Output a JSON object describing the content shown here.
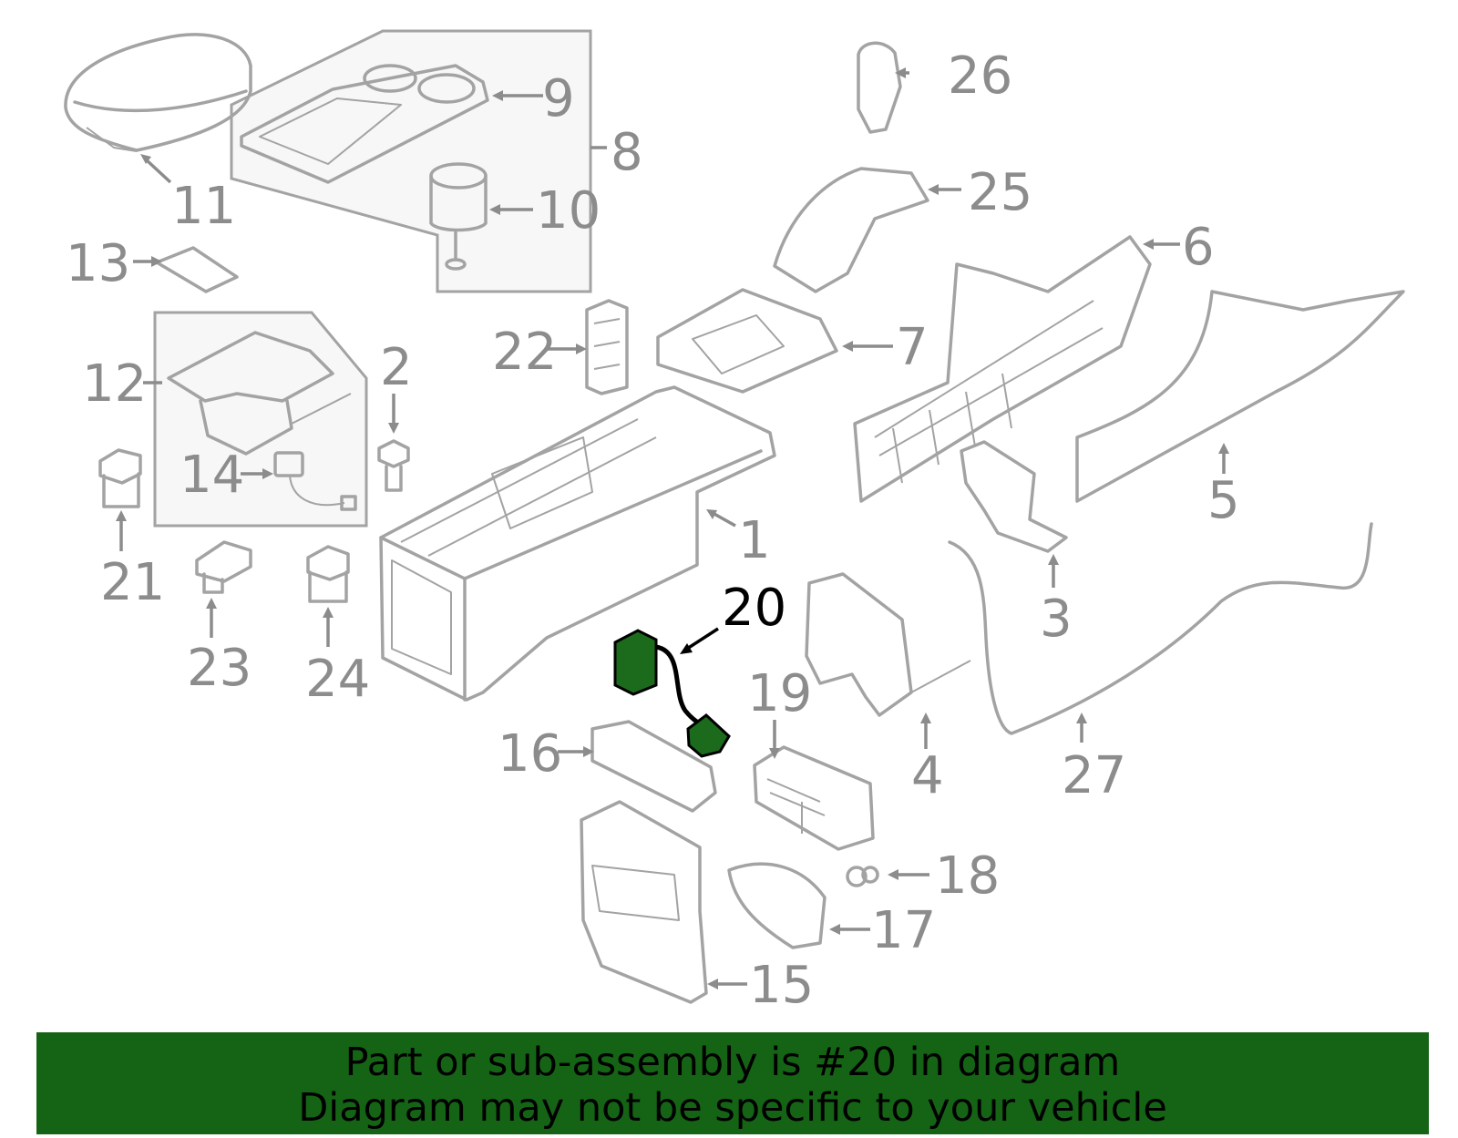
{
  "colors": {
    "line": "#a3a3a3",
    "label": "#8c8c8c",
    "highlight_part": "#1c6b1c",
    "banner_bg": "#156415",
    "banner_text": "#000000"
  },
  "callouts": {
    "c1": "1",
    "c2": "2",
    "c3": "3",
    "c4": "4",
    "c5": "5",
    "c6": "6",
    "c7": "7",
    "c8": "8",
    "c9": "9",
    "c10": "10",
    "c11": "11",
    "c12": "12",
    "c13": "13",
    "c14": "14",
    "c15": "15",
    "c16": "16",
    "c17": "17",
    "c18": "18",
    "c19": "19",
    "c20": "20",
    "c21": "21",
    "c22": "22",
    "c23": "23",
    "c24": "24",
    "c25": "25",
    "c26": "26",
    "c27": "27"
  },
  "highlighted_part": "20",
  "banner": {
    "line1": "Part or sub-assembly is #20 in diagram",
    "line2": "Diagram may not be specific to your vehicle"
  }
}
